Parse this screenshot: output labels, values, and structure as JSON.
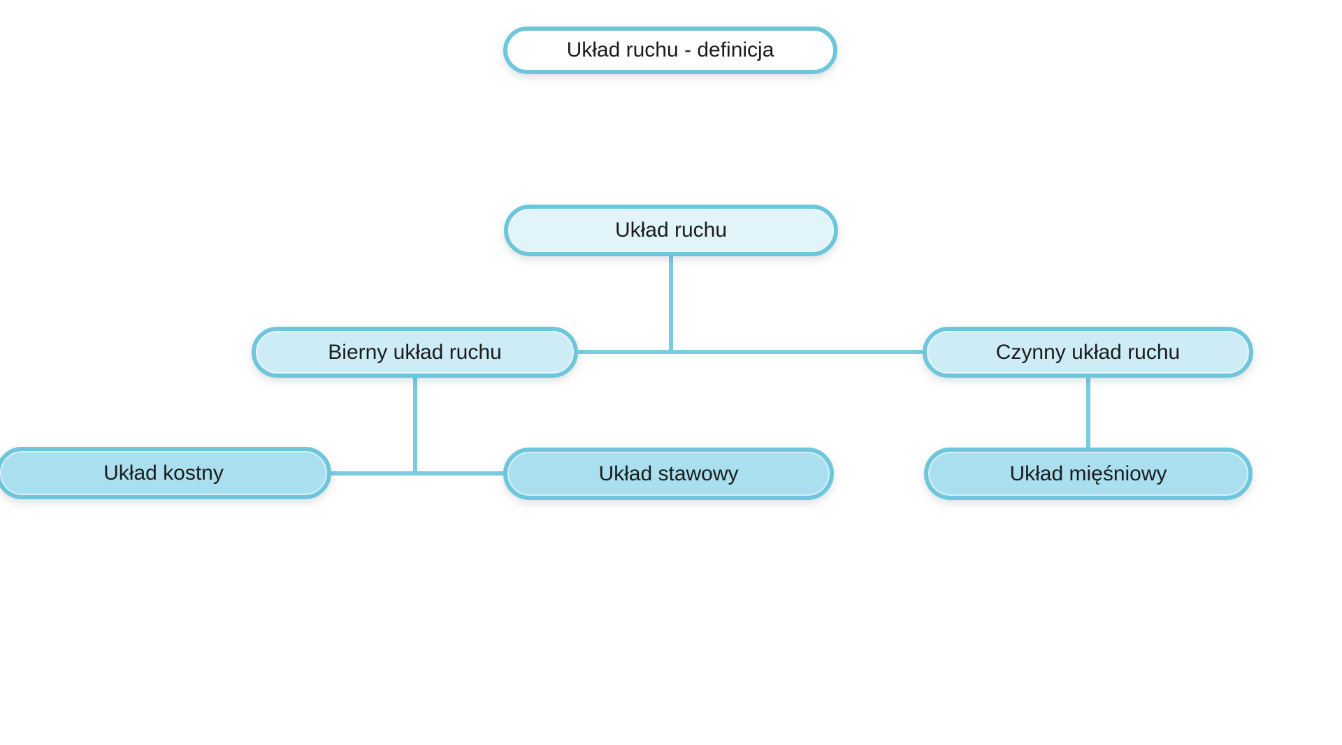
{
  "diagram": {
    "title": "Układ ruchu - definicja",
    "nodes": {
      "definition": {
        "label": "Układ ruchu - definicja",
        "level": 0
      },
      "root": {
        "label": "Układ ruchu",
        "level": 1
      },
      "bierny": {
        "label": "Bierny układ ruchu",
        "level": 2,
        "parent": "Układ ruchu"
      },
      "czynny": {
        "label": "Czynny układ ruchu",
        "level": 2,
        "parent": "Układ ruchu"
      },
      "kostny": {
        "label": "Układ kostny",
        "level": 3,
        "parent": "Bierny układ ruchu"
      },
      "stawowy": {
        "label": "Układ stawowy",
        "level": 3,
        "parent": "Bierny układ ruchu"
      },
      "miesniowy": {
        "label": "Układ mięśniowy",
        "level": 3,
        "parent": "Czynny układ ruchu"
      }
    },
    "colors": {
      "node_border": "#6ec6dd",
      "connector": "#79cce1",
      "fill_definition": "#ffffff",
      "fill_root": "#e1f4fa",
      "fill_level2": "#cdecf6",
      "fill_level3": "#a9dfee",
      "text": "#1b1b1b",
      "background": "#ffffff"
    }
  }
}
